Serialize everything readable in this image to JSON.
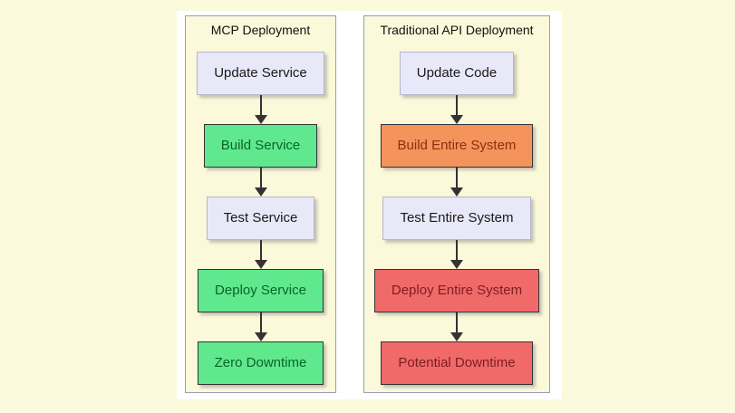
{
  "diagram": {
    "panels": [
      {
        "title": "MCP Deployment",
        "nodes": [
          {
            "label": "Update Service",
            "type": "neutral"
          },
          {
            "label": "Build Service",
            "type": "green"
          },
          {
            "label": "Test Service",
            "type": "neutral"
          },
          {
            "label": "Deploy Service",
            "type": "green"
          },
          {
            "label": "Zero Downtime",
            "type": "green"
          }
        ]
      },
      {
        "title": "Traditional API Deployment",
        "nodes": [
          {
            "label": "Update Code",
            "type": "neutral"
          },
          {
            "label": "Build Entire System",
            "type": "orange"
          },
          {
            "label": "Test Entire System",
            "type": "neutral"
          },
          {
            "label": "Deploy Entire System",
            "type": "red"
          },
          {
            "label": "Potential Downtime",
            "type": "red"
          }
        ]
      }
    ],
    "colors": {
      "page_background": "#FBFADC",
      "canvas_background": "#FFFFFF",
      "panel_background": "#FBF9D9",
      "panel_border": "#9A9ABF",
      "node_neutral_fill": "#E8E8F8",
      "node_neutral_border": "#B6B6CE",
      "node_neutral_text": "#1A1A1A",
      "node_green_fill": "#5FE88D",
      "node_green_text": "#0A652C",
      "node_orange_fill": "#F5935C",
      "node_orange_text": "#8B2F10",
      "node_red_fill": "#F06A6A",
      "node_red_text": "#7D1E1E",
      "node_colored_border": "#333333",
      "arrow_color": "#333333"
    }
  }
}
